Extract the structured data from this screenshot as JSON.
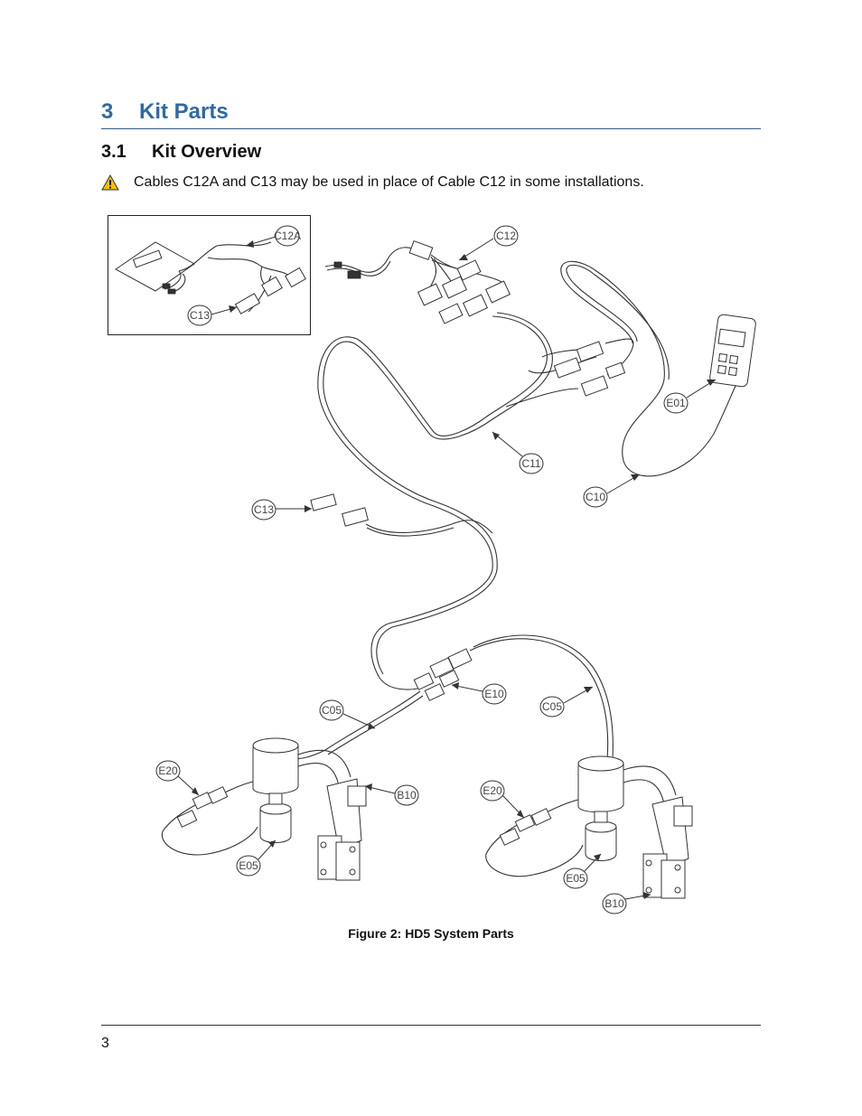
{
  "section": {
    "number": "3",
    "title": "Kit Parts"
  },
  "subsection": {
    "number": "3.1",
    "title": "Kit Overview"
  },
  "note": {
    "icon": "warning-triangle-icon",
    "text": "Cables C12A and C13 may be used in place of Cable C12 in some installations."
  },
  "figure": {
    "caption": "Figure 2: HD5 System Parts",
    "labels": {
      "c12a": "C12A",
      "c13_inset": "C13",
      "c12": "C12",
      "e01": "E01",
      "c11": "C11",
      "c10": "C10",
      "c13": "C13",
      "e10": "E10",
      "c05_left": "C05",
      "c05_right": "C05",
      "e20_left": "E20",
      "b10_left": "B10",
      "e05_left": "E05",
      "e20_right": "E20",
      "e05_right": "E05",
      "b10_right": "B10"
    }
  },
  "footer": {
    "page_number": "3"
  }
}
